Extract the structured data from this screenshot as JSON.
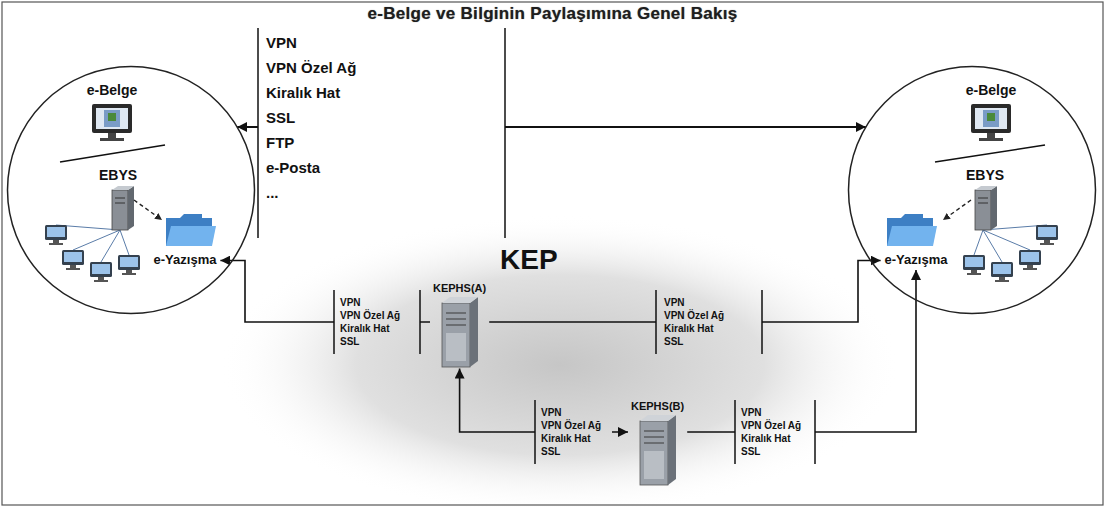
{
  "diagram": {
    "title": "e-Belge ve Bilginin Paylaşımına Genel Bakış",
    "nodes": [
      {
        "text": [
          "e-Belge",
          "EBYS"
        ]
      },
      {
        "text": [
          "e-Yazışma"
        ],
        "in": 0
      },
      {
        "text": [
          "e-Belge",
          "EBYS"
        ]
      },
      {
        "text": [
          "e-Yazışma"
        ],
        "in": 2
      },
      {
        "text": [
          "KEPHS(A)"
        ]
      },
      {
        "text": [
          "KEPHS(B)"
        ]
      }
    ],
    "edges": [
      {
        "from": 0,
        "to": 2,
        "arrow": "both"
      },
      {
        "from": 4,
        "to": 1,
        "arrow": "to"
      },
      {
        "from": 4,
        "to": 3,
        "arrow": "to"
      },
      {
        "from": 4,
        "to": 5,
        "arrow": "both"
      },
      {
        "from": 5,
        "to": 3,
        "arrow": "to"
      }
    ],
    "labels": [
      "VPN",
      "VPN Özel Ağ",
      "Kiralık Hat",
      "SSL",
      "FTP",
      "e-Posta",
      "...",
      "KEP",
      "VPN",
      "VPN Özel Ağ",
      "Kiralık Hat",
      "SSL",
      "VPN",
      "VPN Özel Ağ",
      "Kiralık Hat",
      "SSL",
      "VPN",
      "VPN Özel Ağ",
      "Kiralık Hat",
      "SSL",
      "VPN",
      "VPN Özel Ağ",
      "Kiralık Hat",
      "SSL"
    ]
  }
}
